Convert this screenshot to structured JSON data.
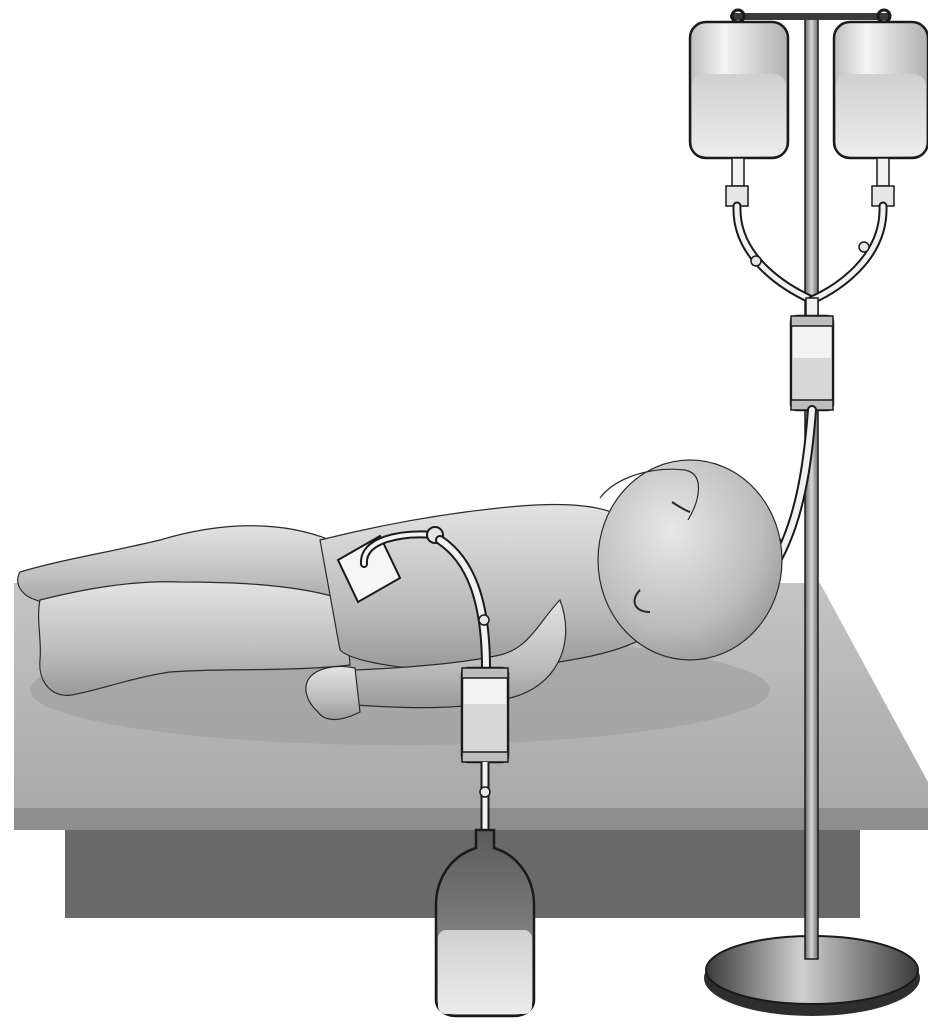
{
  "figure": {
    "subject": "infant-peritoneal-dialysis-setup",
    "components": [
      "dialysate-bag-left",
      "dialysate-bag-right",
      "iv-pole",
      "inflow-drip-chamber",
      "outflow-drip-chamber",
      "drainage-bag",
      "infant",
      "catheter-dressing",
      "treatment-table"
    ],
    "palette": {
      "background": "#ffffff",
      "outline": "#1a1a1a",
      "table_top": "#b5b5b5",
      "table_edge": "#8c8c8c",
      "table_side": "#666666",
      "skin": "#c9c9c9",
      "fluid": "#dcdcdc",
      "tubing": "#f2f2f2"
    }
  }
}
